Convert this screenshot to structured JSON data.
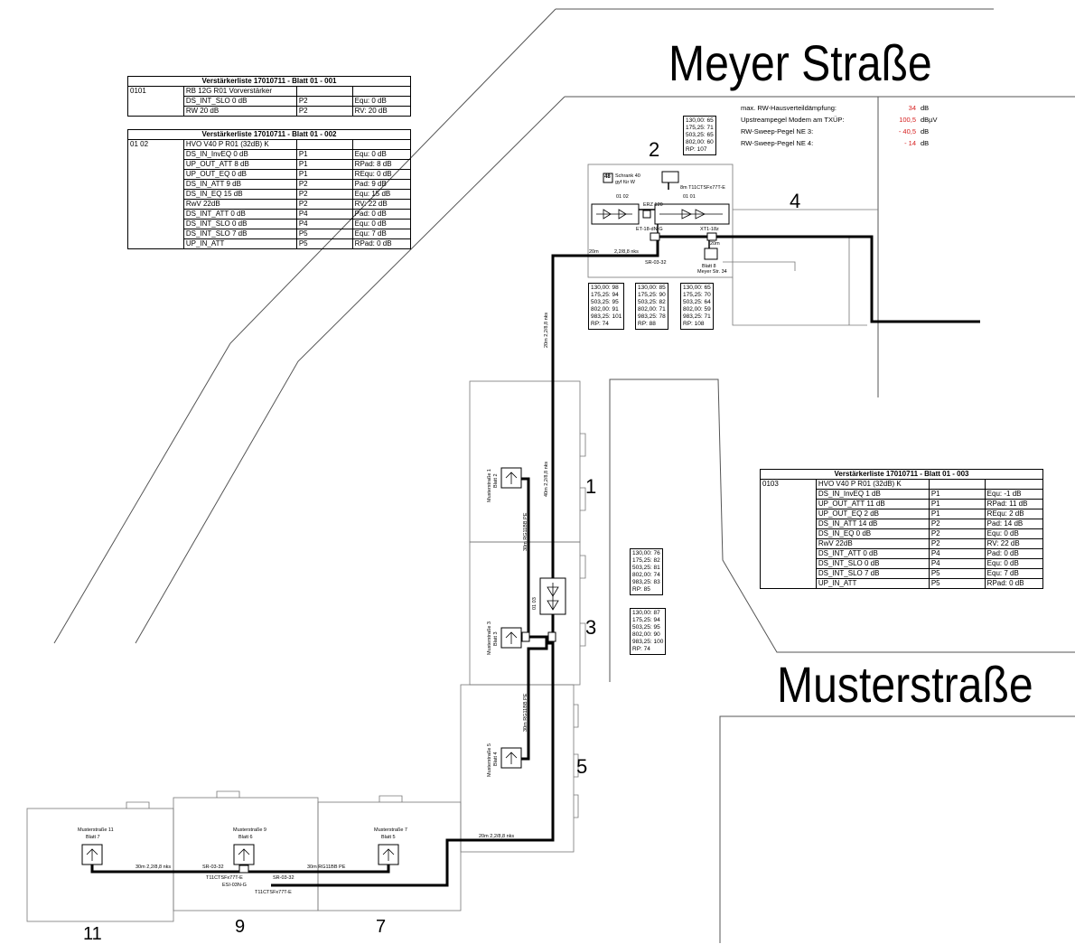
{
  "streets": {
    "meyer": "Meyer Straße",
    "muster": "Musterstraße"
  },
  "section_numbers": {
    "n1": "1",
    "n2": "2",
    "n3": "3",
    "n4": "4",
    "n5": "5",
    "n7": "7",
    "n9": "9",
    "n11": "11"
  },
  "info_panel": [
    {
      "label": "max. RW-Hausverteildämpfung:",
      "value": "34",
      "unit": "dB"
    },
    {
      "label": "Upstreampegel Modem am TXÜP:",
      "value": "100,5",
      "unit": "dBµV"
    },
    {
      "label": "RW-Sweep-Pegel NE 3:",
      "value": "- 40,5",
      "unit": "dB"
    },
    {
      "label": "RW-Sweep-Pegel NE 4:",
      "value": "- 14",
      "unit": "dB"
    }
  ],
  "tables": {
    "t1": {
      "title": "Verstärkerliste 17010711 - Blatt 01 - 001",
      "id": "0101",
      "rows": [
        [
          "RB 12G R01 Vorverstärker",
          "",
          ""
        ],
        [
          "DS_INT_SLO 0 dB",
          "P2",
          "Equ: 0 dB"
        ],
        [
          "RW 20 dB",
          "P2",
          "RV: 20 dB"
        ]
      ]
    },
    "t2": {
      "title": "Verstärkerliste 17010711 - Blatt 01 - 002",
      "id": "01 02",
      "rows": [
        [
          "HVO V40 P R01 (32dB) K",
          "",
          ""
        ],
        [
          "DS_IN_InvEQ 0 dB",
          "P1",
          "Equ: 0 dB"
        ],
        [
          "UP_OUT_ATT 8 dB",
          "P1",
          "RPad: 8 dB"
        ],
        [
          "UP_OUT_EQ 0 dB",
          "P1",
          "REqu: 0 dB"
        ],
        [
          "DS_IN_ATT 9 dB",
          "P2",
          "Pad: 9 dB"
        ],
        [
          "DS_IN_EQ 15 dB",
          "P2",
          "Equ: 15 dB"
        ],
        [
          "RwV 22dB",
          "P2",
          "RV: 22 dB"
        ],
        [
          "DS_INT_ATT 0 dB",
          "P4",
          "Pad: 0 dB"
        ],
        [
          "DS_INT_SLO 0 dB",
          "P4",
          "Equ: 0 dB"
        ],
        [
          "DS_INT_SLO 7 dB",
          "P5",
          "Equ: 7 dB"
        ],
        [
          "UP_IN_ATT",
          "P5",
          "RPad: 0 dB"
        ]
      ]
    },
    "t3": {
      "title": "Verstärkerliste 17010711 - Blatt 01 - 003",
      "id": "0103",
      "rows": [
        [
          "HVO V40 P R01 (32dB) K",
          "",
          ""
        ],
        [
          "DS_IN_InvEQ 1 dB",
          "P1",
          "Equ: -1 dB"
        ],
        [
          "UP_OUT_ATT 11 dB",
          "P1",
          "RPad: 11 dB"
        ],
        [
          "UP_OUT_EQ 2 dB",
          "P1",
          "REqu: 2 dB"
        ],
        [
          "DS_IN_ATT 14 dB",
          "P2",
          "Pad: 14 dB"
        ],
        [
          "DS_IN_EQ 0 dB",
          "P2",
          "Equ: 0 dB"
        ],
        [
          "RwV 22dB",
          "P2",
          "RV: 22 dB"
        ],
        [
          "DS_INT_ATT 0 dB",
          "P4",
          "Pad: 0 dB"
        ],
        [
          "DS_INT_SLO 0 dB",
          "P4",
          "Equ: 0 dB"
        ],
        [
          "DS_INT_SLO 7 dB",
          "P5",
          "Equ: 7 dB"
        ],
        [
          "UP_IN_ATT",
          "P5",
          "RPad: 0 dB"
        ]
      ]
    }
  },
  "measure_boxes": {
    "m_top": [
      "130,00: 65",
      "175,25: 71",
      "503,25: 65",
      "802,00: 60",
      "RP: 107"
    ],
    "m_a": [
      "130,00: 98",
      "175,25: 94",
      "503,25: 95",
      "802,00: 91",
      "983,25: 101",
      "RP: 74"
    ],
    "m_b": [
      "130,00: 85",
      "175,25: 90",
      "503,25: 82",
      "802,00: 71",
      "983,25: 78",
      "RP: 88"
    ],
    "m_c": [
      "130,00: 65",
      "175,25: 70",
      "503,25: 64",
      "802,00: 59",
      "983,25: 71",
      "RP: 108"
    ],
    "m_d": [
      "130,00: 76",
      "175,25: 82",
      "503,25: 81",
      "802,00: 74",
      "983,25: 83",
      "RP: 85"
    ],
    "m_e": [
      "130,00: 87",
      "175,25: 94",
      "503,25: 95",
      "802,00: 90",
      "983,25: 100",
      "RP: 74"
    ]
  },
  "labels": {
    "schrank_num": "48",
    "schrank_text": "Schrank 40 gyf für W",
    "blatt8": "Blatt 8",
    "blatt8_addr": "Meyer Str. 34",
    "cable_top": "8m T11CTSFx77T-E",
    "erz": "ERZ 120",
    "et_top": "ET-18-dN-G",
    "xt": "XT1-18z",
    "sr_top": "SR-03-32",
    "cable_20m": "20m",
    "cable_20m_b": "20m",
    "cable_22": "2,2/8,8 nks",
    "amp1": "01 01",
    "amp2": "01 02",
    "amp3": "01 03",
    "vert_cable1": "20m 2,2/8,8 nks",
    "vert_cable2": "40m 2,2/8,8 nks",
    "vert_cable3": "30m RG11BB PE",
    "vert_cable4": "30m RG11BB PE",
    "bottom_cable": "20m 2,2/8,8 nks",
    "bottom_left_cable": "30m 2,2/8,8 nks",
    "bottom_right_cable": "30m RG11BB PE",
    "sr_bottom1": "SR-03-32",
    "sr_bottom2": "SR-03-32",
    "t11_a": "T11CTSFx77T-E",
    "t11_b": "T11CTSFx77T-E",
    "esi": "ESI-03N-G",
    "house1_name": "Musterstraße 1",
    "house1_blatt": "Blatt 2",
    "house3_name": "Musterstraße 3",
    "house3_blatt": "Blatt 3",
    "house5_name": "Musterstraße 5",
    "house5_blatt": "Blatt 4",
    "house11_name": "Musterstraße 11",
    "house11_blatt": "Blatt 7",
    "house9_name": "Musterstraße 9",
    "house9_blatt": "Blatt 6",
    "house7_name": "Musterstraße 7",
    "house7_blatt": "Blatt 5"
  }
}
